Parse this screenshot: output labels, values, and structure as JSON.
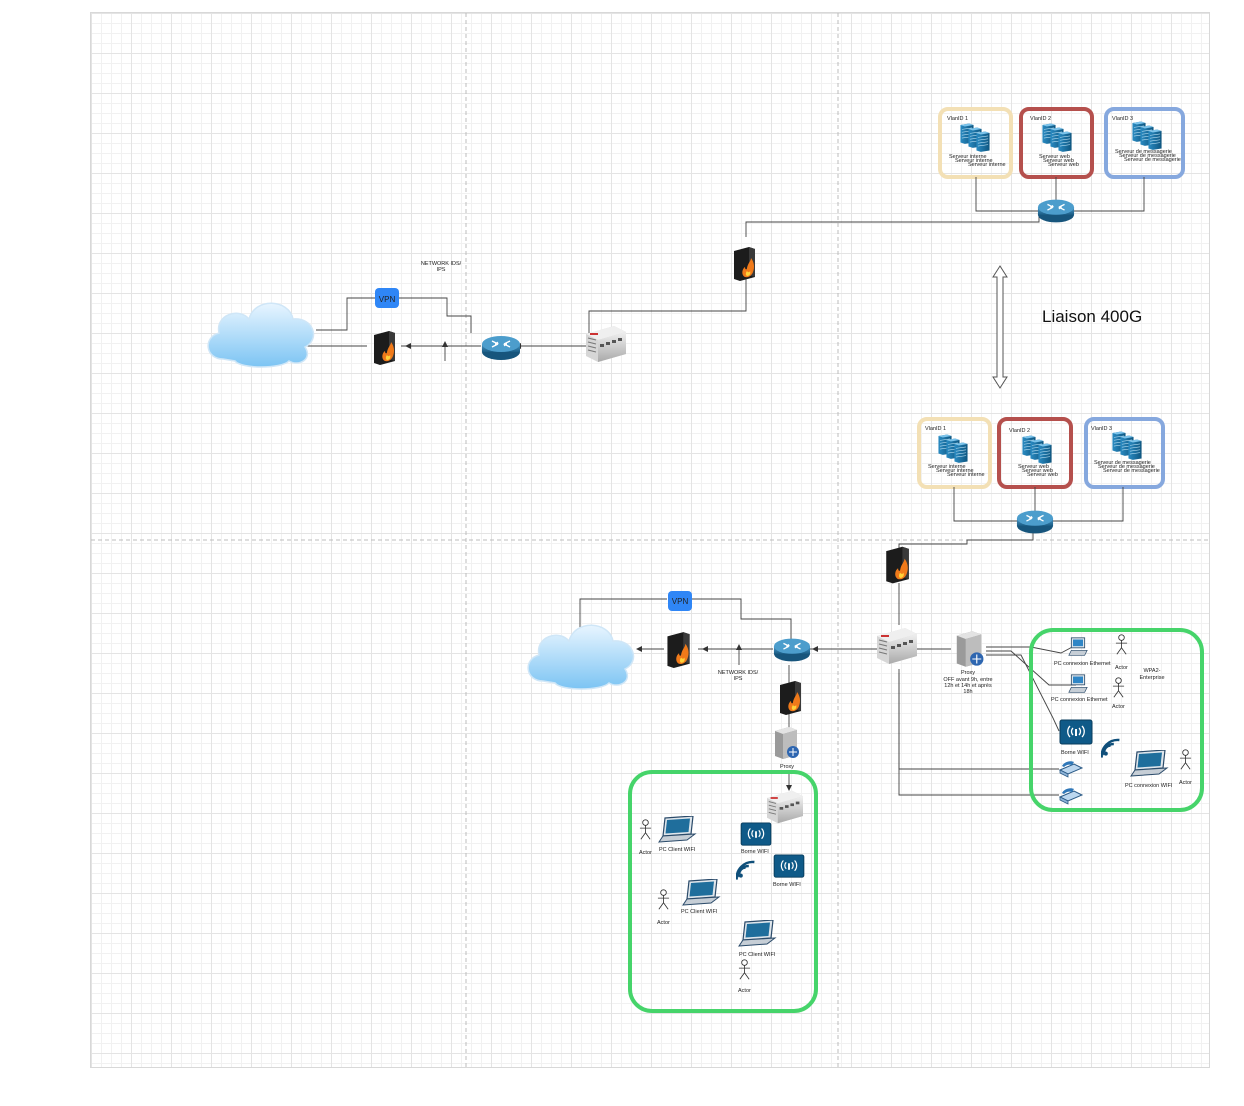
{
  "labels": {
    "liaison": "Liaison 400G",
    "vpn": "VPN",
    "network_ids": [
      "NETWORK IDS/",
      "IPS"
    ],
    "proxy": "Proxy",
    "proxy_note": [
      "OFF avant 9h, entre",
      "12h et 14h et après",
      "18h"
    ],
    "wpa": [
      "WPA2-",
      "Enterprise"
    ],
    "actor": "Actor",
    "pc_ethernet": "PC connexion Ethernet",
    "pc_wifi": "PC connexion WIFI",
    "pc_client_wifi": "PC Client WIFI",
    "borne_wifi": "Borne WIFI"
  },
  "vlans": [
    {
      "title": "VlanID 1",
      "lines": [
        "Serveur interne",
        "Serveur interne",
        "Serveur interne"
      ],
      "color": "#f3e0b5"
    },
    {
      "title": "VlanID 2",
      "lines": [
        "Serveur web",
        "Serveur web",
        "Serveur web"
      ],
      "color": "#b5504d"
    },
    {
      "title": "VlanID 3",
      "lines": [
        "Serveur de messagerie",
        "Serveur de messagerie",
        "Serveur de messagerie"
      ],
      "color": "#86a8de"
    }
  ],
  "colors": {
    "zone_green": "#46d46a",
    "vpn_blue": "#2f86f6",
    "router_blue": "#1f6e9c",
    "firewall": "#1c1c1c",
    "flame": "#f07a1a",
    "line": "#444444"
  },
  "icons": [
    "cloud-icon",
    "firewall-icon",
    "router-icon",
    "switch-icon",
    "server-icon",
    "proxy-icon",
    "laptop-icon",
    "desktop-icon",
    "access-point-icon",
    "wifi-signal-icon",
    "phone-icon",
    "actor-icon",
    "double-arrow-icon"
  ]
}
